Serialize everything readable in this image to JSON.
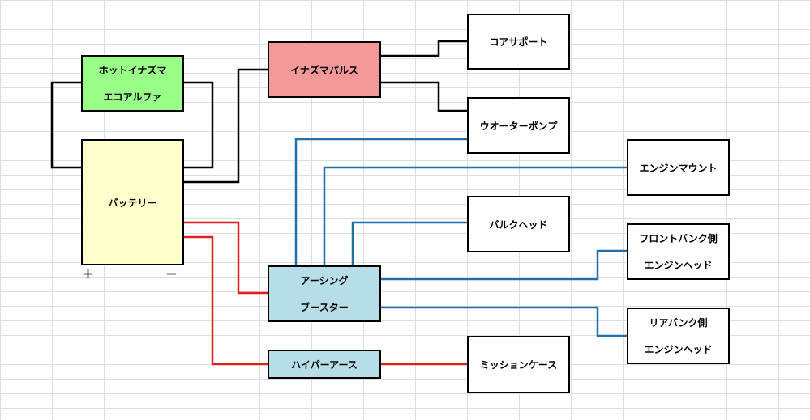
{
  "nodes": {
    "hot_inazuma": {
      "lines": [
        "ホットイナズマ",
        "エコアルファ"
      ],
      "fill": "#99ff88"
    },
    "inazuma_pulse": {
      "lines": [
        "イナズマパルス"
      ],
      "fill": "#f59898"
    },
    "battery": {
      "lines": [
        "バッテリー"
      ],
      "fill": "#ffffcc",
      "plus": "＋",
      "minus": "－"
    },
    "core_support": {
      "lines": [
        "コアサポート"
      ],
      "fill": "#ffffff"
    },
    "water_pump": {
      "lines": [
        "ウオーターポンプ"
      ],
      "fill": "#ffffff"
    },
    "engine_mount": {
      "lines": [
        "エンジンマウント"
      ],
      "fill": "#ffffff"
    },
    "bulkhead": {
      "lines": [
        "バルクヘッド"
      ],
      "fill": "#ffffff"
    },
    "earthing_booster": {
      "lines": [
        "アーシング",
        "ブースター"
      ],
      "fill": "#b7dde8"
    },
    "front_bank_head": {
      "lines": [
        "フロントバンク側",
        "エンジンヘッド"
      ],
      "fill": "#ffffff"
    },
    "rear_bank_head": {
      "lines": [
        "リアバンク側",
        "エンジンヘッド"
      ],
      "fill": "#ffffff"
    },
    "hyper_earth": {
      "lines": [
        "ハイパーアース"
      ],
      "fill": "#b7dde8"
    },
    "mission_case": {
      "lines": [
        "ミッションケース"
      ],
      "fill": "#ffffff"
    }
  },
  "wire_colors": {
    "black": "#000000",
    "red": "#e02020",
    "blue": "#1f6fa8"
  }
}
